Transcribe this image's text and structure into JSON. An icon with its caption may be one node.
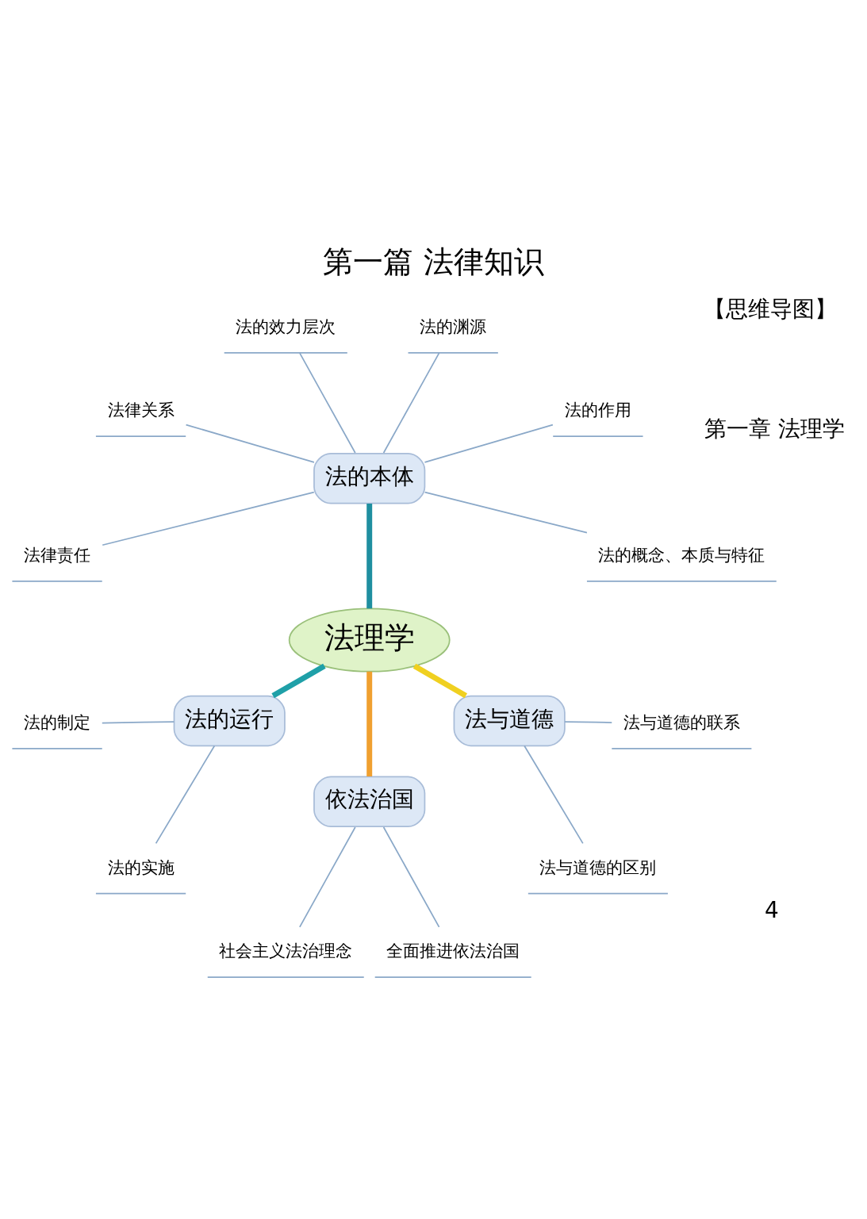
{
  "diagram": {
    "title": "第一篇 法律知识",
    "nodes": [
      {
        "text": [
          "法理学"
        ]
      },
      {
        "text": [
          "法的本体"
        ]
      },
      {
        "text": [
          "法的运行"
        ]
      },
      {
        "text": [
          "依法治国"
        ]
      },
      {
        "text": [
          "法与道德"
        ]
      },
      {
        "text": [
          "法的概念、本质与特征"
        ]
      },
      {
        "text": [
          "法的作用"
        ]
      },
      {
        "text": [
          "法的渊源"
        ]
      },
      {
        "text": [
          "法的效力层次"
        ]
      },
      {
        "text": [
          "法律关系"
        ]
      },
      {
        "text": [
          "法律责任"
        ]
      },
      {
        "text": [
          "法的制定"
        ]
      },
      {
        "text": [
          "法的实施"
        ]
      },
      {
        "text": [
          "社会主义法治理念"
        ]
      },
      {
        "text": [
          "全面推进依法治国"
        ]
      },
      {
        "text": [
          "法与道德的区别"
        ]
      },
      {
        "text": [
          "法与道德的联系"
        ]
      }
    ],
    "edges": [
      {
        "from": 0,
        "to": 1,
        "arrow": "none",
        "style": "thick",
        "color": "#1f8fa0"
      },
      {
        "from": 0,
        "to": 2,
        "arrow": "none",
        "style": "thick",
        "color": "#1fa0a8"
      },
      {
        "from": 0,
        "to": 3,
        "arrow": "none",
        "style": "thick",
        "color": "#f0a030"
      },
      {
        "from": 0,
        "to": 4,
        "arrow": "none",
        "style": "thick",
        "color": "#f0d020"
      },
      {
        "from": 1,
        "to": 5,
        "arrow": "none"
      },
      {
        "from": 1,
        "to": 6,
        "arrow": "none"
      },
      {
        "from": 1,
        "to": 7,
        "arrow": "none"
      },
      {
        "from": 1,
        "to": 8,
        "arrow": "none"
      },
      {
        "from": 1,
        "to": 9,
        "arrow": "none"
      },
      {
        "from": 1,
        "to": 10,
        "arrow": "none"
      },
      {
        "from": 2,
        "to": 11,
        "arrow": "none"
      },
      {
        "from": 2,
        "to": 12,
        "arrow": "none"
      },
      {
        "from": 3,
        "to": 13,
        "arrow": "none"
      },
      {
        "from": 3,
        "to": 14,
        "arrow": "none"
      },
      {
        "from": 4,
        "to": 15,
        "arrow": "none"
      },
      {
        "from": 4,
        "to": 16,
        "arrow": "none"
      }
    ],
    "labels": [
      "第一章 法理学",
      "【思维导图】",
      "4"
    ]
  }
}
